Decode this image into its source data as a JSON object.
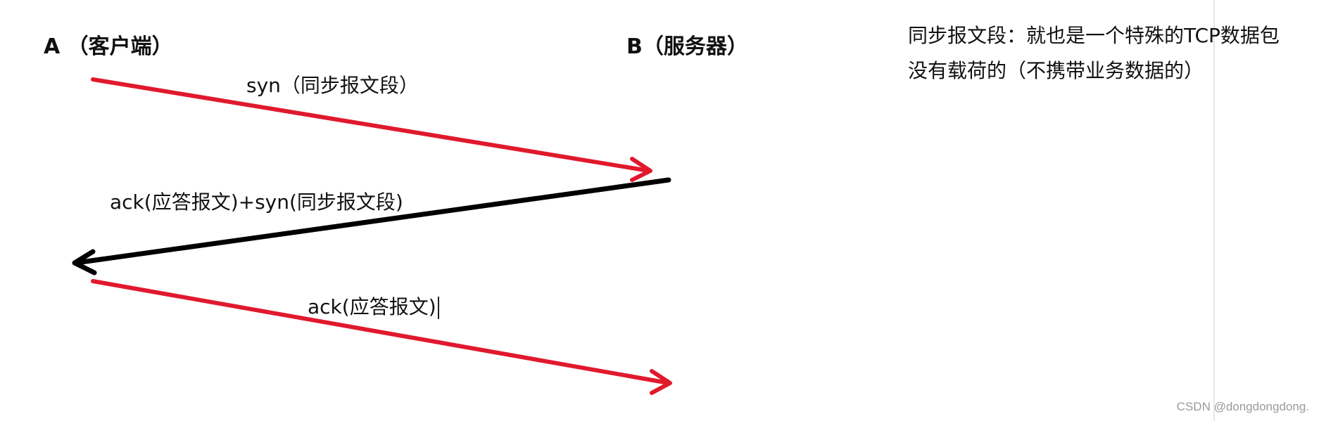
{
  "parties": {
    "client": "A （客户端）",
    "server": "B（服务器）"
  },
  "messages": {
    "syn": "syn（同步报文段）",
    "ack_syn": "ack(应答报文)+syn(同步报文段)",
    "ack": "ack(应答报文)"
  },
  "note": {
    "line1": "同步报文段：就也是一个特殊的TCP数据包",
    "line2": "没有载荷的（不携带业务数据的）"
  },
  "watermark": "CSDN @dongdongdong.",
  "colors": {
    "request_arrow": "#e0192d",
    "reply_arrow": "#000000"
  }
}
